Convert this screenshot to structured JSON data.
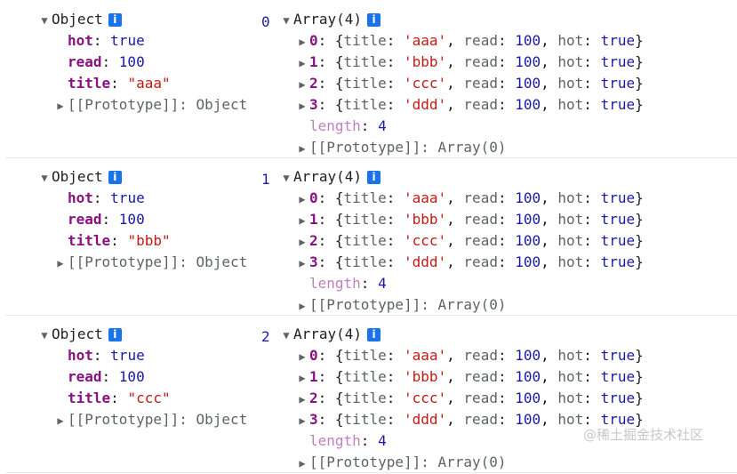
{
  "console": {
    "object_label": "Object",
    "info_glyph": "i",
    "proto_object": "[[Prototype]]: Object",
    "proto_array": "[[Prototype]]: Array(0)",
    "array_label": "Array(4)",
    "length_key": "length",
    "length_value": "4",
    "groups": [
      {
        "index": "0",
        "hot": "true",
        "read": "100",
        "title": "\"aaa\""
      },
      {
        "index": "1",
        "hot": "true",
        "read": "100",
        "title": "\"bbb\""
      },
      {
        "index": "2",
        "hot": "true",
        "read": "100",
        "title": "\"ccc\""
      }
    ],
    "array_items": [
      {
        "idx": "0",
        "title": "'aaa'",
        "read": "100",
        "hot": "true"
      },
      {
        "idx": "1",
        "title": "'bbb'",
        "read": "100",
        "hot": "true"
      },
      {
        "idx": "2",
        "title": "'ccc'",
        "read": "100",
        "hot": "true"
      },
      {
        "idx": "3",
        "title": "'ddd'",
        "read": "100",
        "hot": "true"
      }
    ]
  },
  "watermark": "@稀土掘金技术社区"
}
